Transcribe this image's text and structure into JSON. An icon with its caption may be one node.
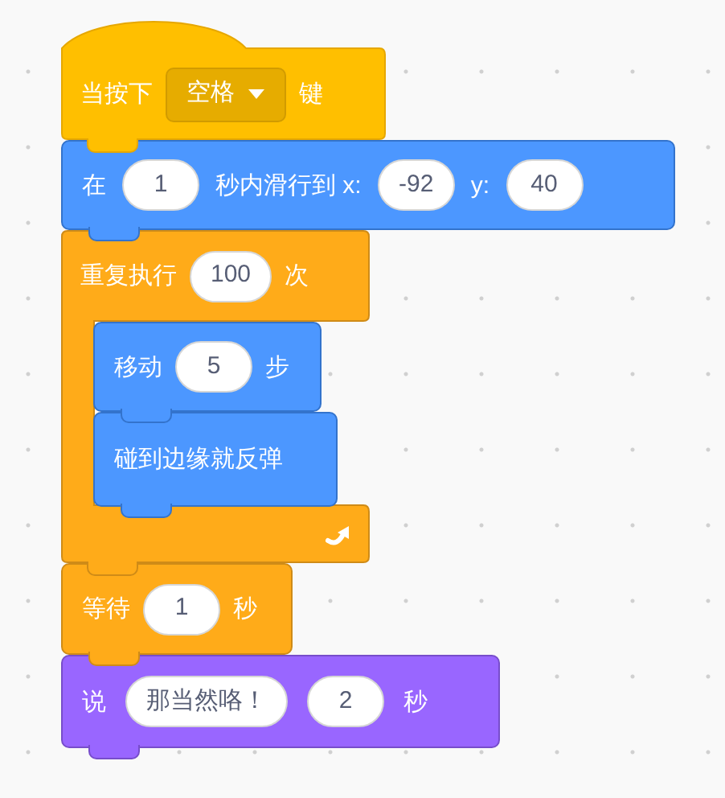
{
  "diagram": {
    "nodes": [
      {
        "text": [
          "当按下",
          "键"
        ]
      },
      {
        "text": [
          "空格"
        ],
        "in": 0
      },
      {
        "text": [
          "在",
          "秒内滑行到 x:",
          "y:"
        ]
      },
      {
        "text": [
          "1"
        ],
        "in": 2
      },
      {
        "text": [
          "-92"
        ],
        "in": 2
      },
      {
        "text": [
          "40"
        ],
        "in": 2
      },
      {
        "text": [
          "重复执行",
          "次"
        ]
      },
      {
        "text": [
          "100"
        ],
        "in": 6
      },
      {
        "text": [
          "移动",
          "步"
        ],
        "in": 6
      },
      {
        "text": [
          "5"
        ],
        "in": 8
      },
      {
        "text": [
          "碰到边缘就反弹"
        ],
        "in": 6
      },
      {
        "text": [
          "等待",
          "秒"
        ]
      },
      {
        "text": [
          "1"
        ],
        "in": 11
      },
      {
        "text": [
          "说",
          "秒"
        ]
      },
      {
        "text": [
          "那当然咯！"
        ],
        "in": 13
      },
      {
        "text": [
          "2"
        ],
        "in": 13
      }
    ]
  }
}
